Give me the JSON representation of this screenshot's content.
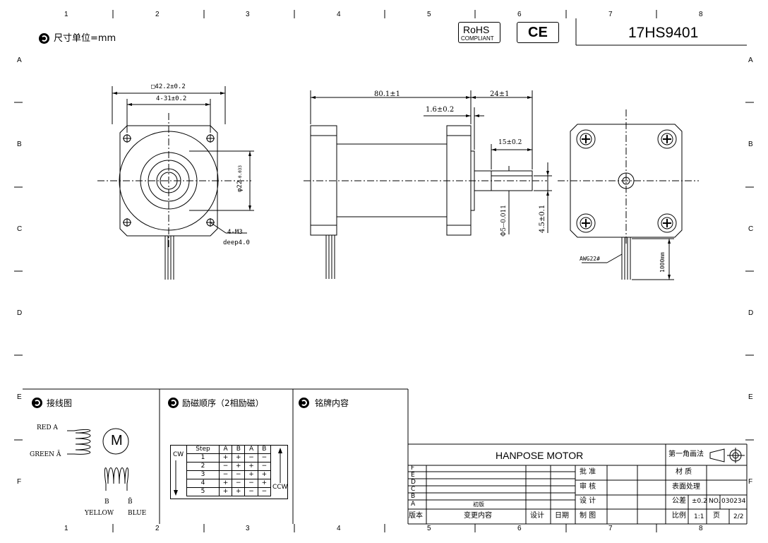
{
  "border": {
    "top_numbers": [
      "1",
      "2",
      "3",
      "4",
      "5",
      "6",
      "7",
      "8"
    ],
    "bottom_numbers": [
      "1",
      "2",
      "3",
      "4",
      "5",
      "6",
      "7",
      "8"
    ],
    "side_letters": [
      "A",
      "B",
      "C",
      "D",
      "E",
      "F"
    ]
  },
  "header": {
    "units_label": "尺寸单位=mm",
    "rohs_line1": "RoHS",
    "rohs_line2": "COMPLIANT",
    "ce_mark": "CE",
    "model": "17HS9401"
  },
  "front_view": {
    "square_dim": "42.2±0.2",
    "hole_spacing": "4-31±0.2",
    "boss_dim": "φ22",
    "boss_tol_top": "0",
    "boss_tol_bottom": "-0.033",
    "thread": "4-M3",
    "thread_depth": "deep4.0"
  },
  "side_view": {
    "body_length": "80.1±1",
    "shaft_length": "24±1",
    "flange": "1.6±0.2",
    "flat_length": "15±0.2",
    "shaft_dia": "Φ5",
    "shaft_tol_top": "0",
    "shaft_tol_bottom": "-0.011",
    "flat_depth": "4.5±0.1"
  },
  "rear_view": {
    "wire_gauge": "AWG22#",
    "lead_length": "1000mm"
  },
  "wiring": {
    "title": "接线图",
    "red": "RED A",
    "green": "GREEN Ā",
    "motor_letter": "M",
    "b": "B",
    "b_bar": "B̄",
    "yellow": "YELLOW",
    "blue": "BLUE"
  },
  "sequence": {
    "title": "励磁顺序（2相励磁）",
    "cw": "CW",
    "ccw": "CCW",
    "headers": [
      "Step",
      "A",
      "B",
      "Ā",
      "B̄"
    ],
    "rows": [
      [
        "1",
        "+",
        "+",
        "−",
        "−"
      ],
      [
        "2",
        "−",
        "+",
        "+",
        "−"
      ],
      [
        "3",
        "−",
        "−",
        "+",
        "+"
      ],
      [
        "4",
        "+",
        "−",
        "−",
        "+"
      ],
      [
        "5",
        "+",
        "+",
        "−",
        "−"
      ]
    ]
  },
  "nameplate": {
    "title": "铭牌内容"
  },
  "title_block": {
    "company": "HANPOSE MOTOR",
    "projection": "第一角画法",
    "rev_letters": [
      "F",
      "E",
      "D",
      "C",
      "B",
      "A"
    ],
    "rev_a_note": "初版",
    "col_version": "版本",
    "col_change": "变更内容",
    "col_design": "设计",
    "col_date": "日期",
    "approve": "批 准",
    "review": "审 核",
    "design": "设 计",
    "draw": "制 图",
    "material": "材 质",
    "surface": "表面处理",
    "tolerance_label": "公差",
    "tolerance_value": "±0.2",
    "no_label": "NO.",
    "no_value": "030234",
    "scale_label": "比例",
    "scale_value": "1:1",
    "page_label": "页",
    "page_value": "2/2"
  }
}
